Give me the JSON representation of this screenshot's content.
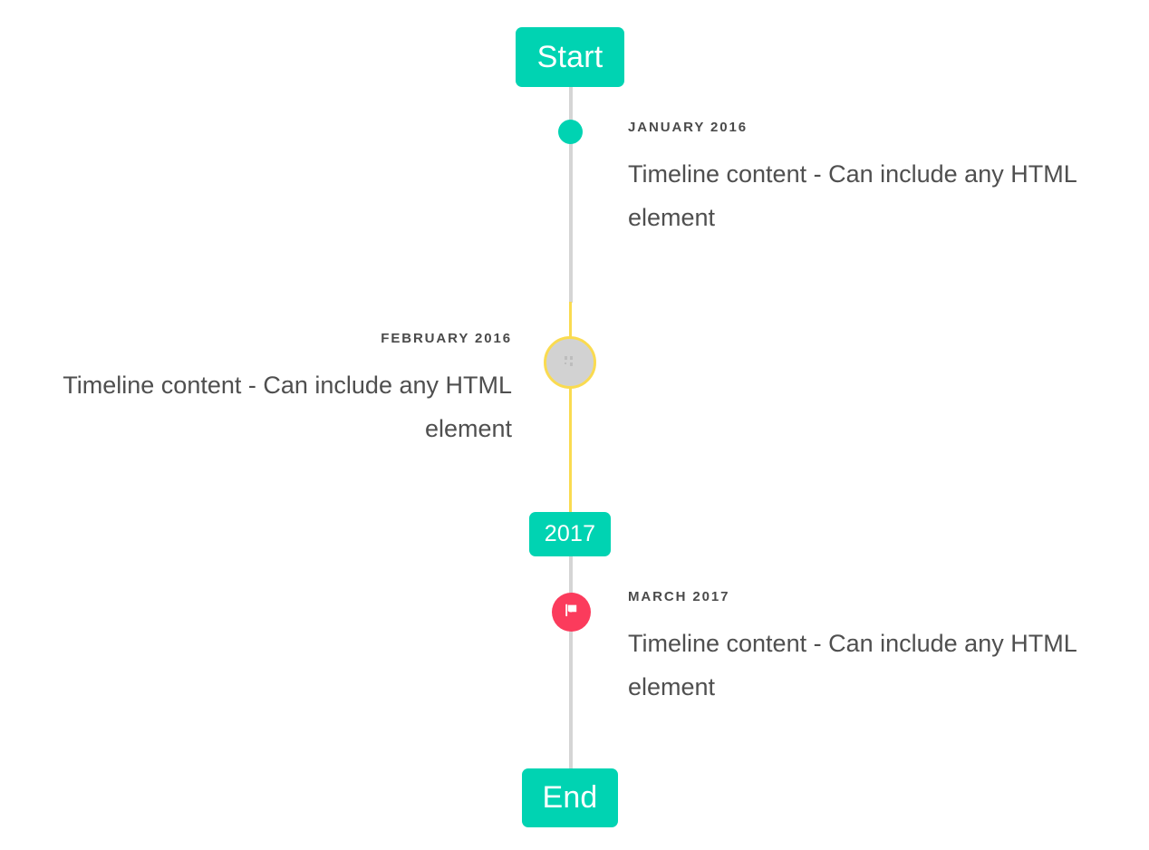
{
  "page": {
    "title": "Vertical Timeline",
    "background": "#ffffff"
  },
  "colors": {
    "accent_teal": "#00d3b2",
    "rail_gray": "#d5d5d5",
    "rail_yellow": "#fadb50",
    "marker_pink": "#fb3b5c",
    "marker_gray_fill": "#d2d2d2",
    "date_text": "#4a4a4a",
    "body_text": "#4f4f4f"
  },
  "caps": {
    "start_label": "Start",
    "year_label": "2017",
    "end_label": "End"
  },
  "entries": [
    {
      "date": "JANUARY 2016",
      "body": "Timeline content - Can include any HTML element",
      "side": "right",
      "marker_icon": "filled-dot-icon",
      "marker_color": "#00d3b2"
    },
    {
      "date": "FEBRUARY 2016",
      "body": "Timeline content - Can include any HTML element",
      "side": "left",
      "marker_icon": "broken-image-icon",
      "marker_color": "#d2d2d2",
      "marker_ring_color": "#fadb50"
    },
    {
      "date": "MARCH 2017",
      "body": "Timeline content - Can include any HTML element",
      "side": "right",
      "marker_icon": "flag-icon",
      "marker_color": "#fb3b5c"
    }
  ]
}
